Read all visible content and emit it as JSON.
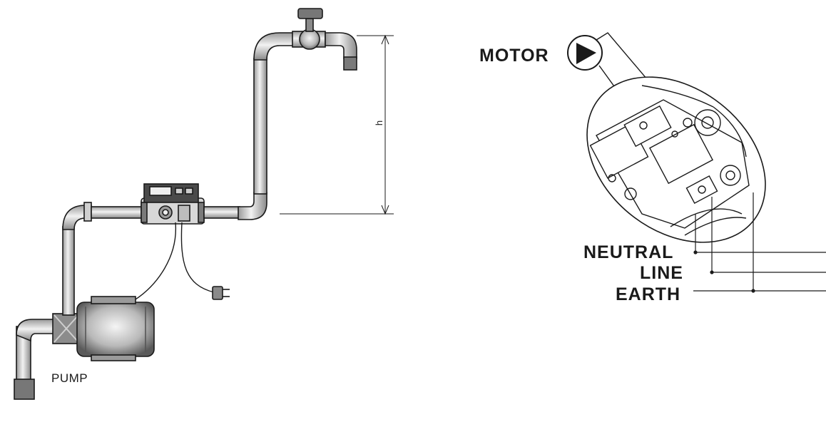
{
  "labels": {
    "motor": "MOTOR",
    "neutral": "NEUTRAL",
    "line": "LINE",
    "earth": "EARTH",
    "pump": "PUMP",
    "height": "h"
  },
  "colors": {
    "stroke": "#1a1a1a",
    "pipe_fill": "#e6e6e6",
    "pipe_shade": "#9a9a9a",
    "motor_dark": "#6e6e6e"
  }
}
